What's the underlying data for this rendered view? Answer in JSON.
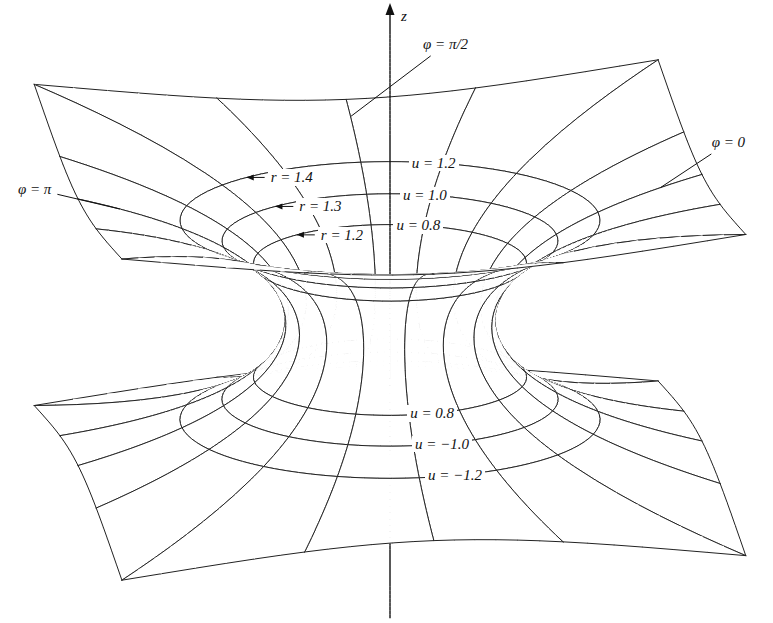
{
  "diagram": {
    "labels": [
      "z",
      "φ = π/2",
      "u = 1.2",
      "r = 1.4",
      "u = 1.0",
      "φ = π",
      "r = 1.3",
      "u = 0.8",
      "φ = 0",
      "r = 1.2",
      "u = 0.8",
      "u = −1.0",
      "u = −1.2"
    ]
  }
}
